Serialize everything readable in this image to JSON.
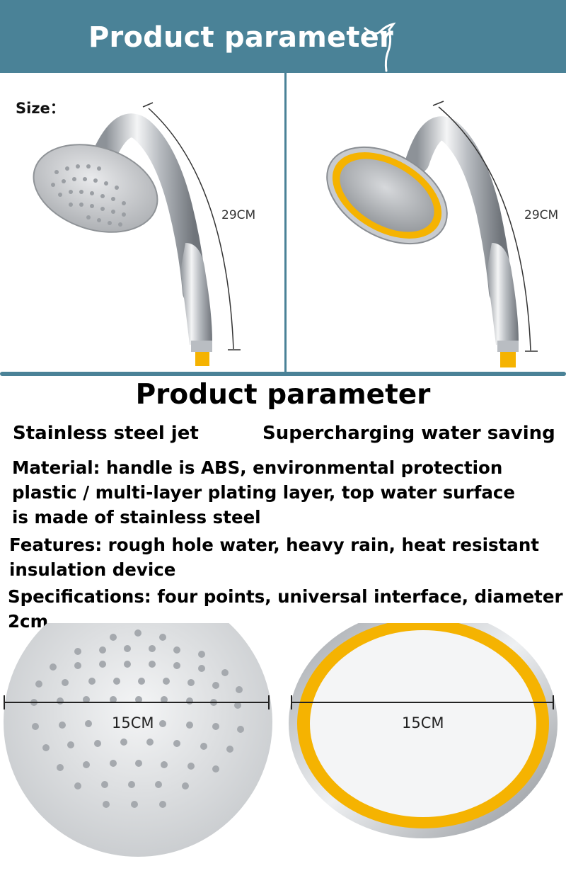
{
  "header": {
    "title": "Product parameter",
    "icon": "shower-hook-icon"
  },
  "top": {
    "size_label": "Size：",
    "left_length": "29CM",
    "right_length": "29CM"
  },
  "section": {
    "title": "Product parameter"
  },
  "features": {
    "left": "Stainless steel jet",
    "right": "Supercharging water saving"
  },
  "description": {
    "material_lines": [
      "Material: handle is ABS, environmental protection",
      "plastic / multi-layer plating layer, top water surface",
      "is made of stainless steel"
    ],
    "features_lines": [
      "Features: rough hole water, heavy rain, heat resistant",
      "insulation device"
    ],
    "specs_lines": [
      "Specifications: four points, universal interface, diameter",
      "2cm"
    ]
  },
  "bottom": {
    "left_diameter": "15CM",
    "right_diameter": "15CM"
  },
  "colors": {
    "banner": "#4a8297",
    "accent": "#f5b301",
    "chrome": "#c9ccd0"
  }
}
